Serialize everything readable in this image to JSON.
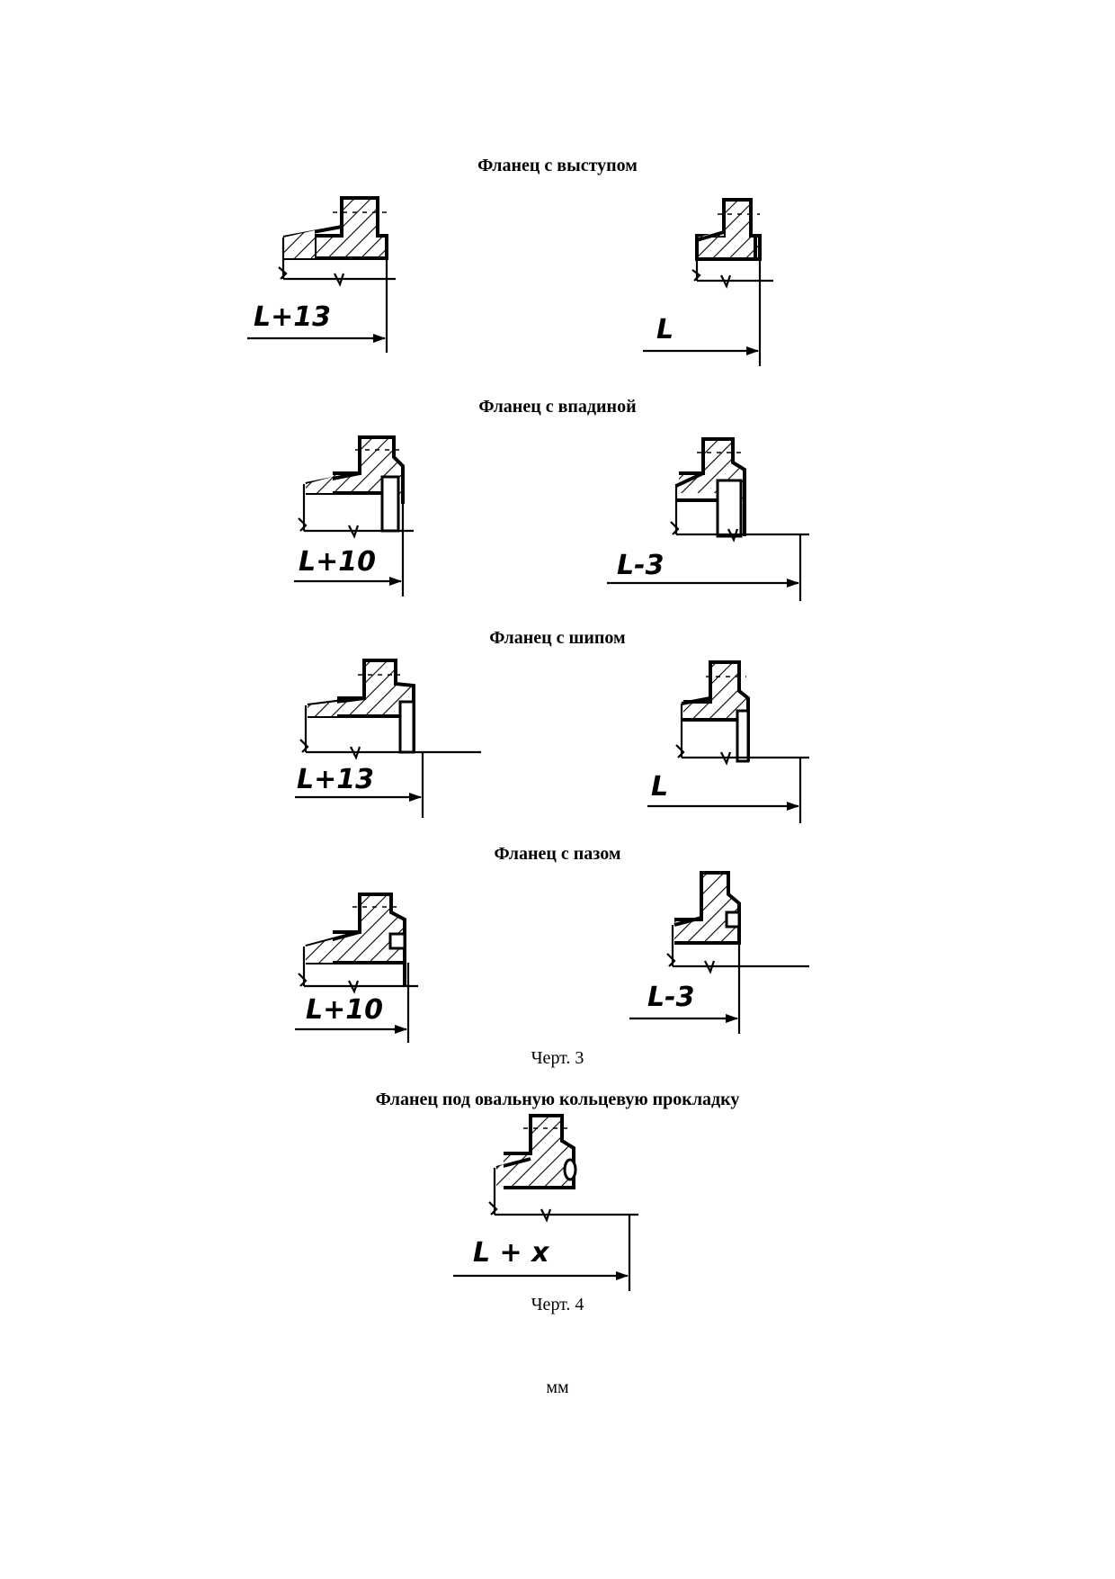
{
  "headings": {
    "h1": "Фланец с выступом",
    "h2": "Фланец с впадиной",
    "h3": "Фланец с шипом",
    "h4": "Фланец с пазом",
    "h5": "Фланец под овальную кольцевую прокладку"
  },
  "captions": {
    "fig3": "Черт. 3",
    "fig4": "Черт. 4",
    "units": "мм"
  },
  "dimensions": {
    "d1": "L+13",
    "d2": "L",
    "d3": "L+10",
    "d4": "L-3",
    "d5": "L+13",
    "d6": "L",
    "d7": "L+10",
    "d8": "L-3",
    "d9": "L + x"
  }
}
